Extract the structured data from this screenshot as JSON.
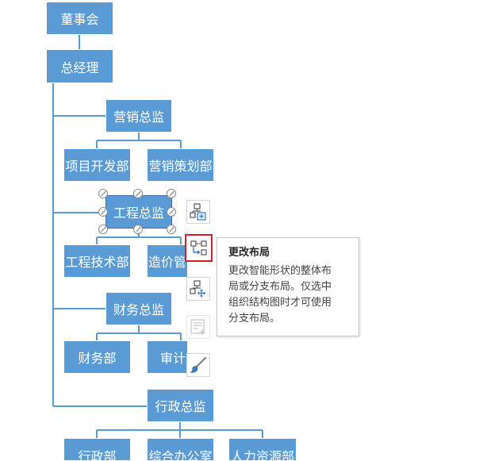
{
  "org_chart": {
    "nodes": {
      "board": "董事会",
      "gm": "总经理",
      "marketing_director": "营销总监",
      "project_dev": "项目开发部",
      "marketing_planning": "营销策划部",
      "engineering_director": "工程总监",
      "engineering_tech": "工程技术部",
      "cost_dept": "造价管",
      "finance_director": "财务总监",
      "finance_dept": "财务部",
      "audit_dept": "审计",
      "admin_director": "行政总监",
      "admin_dept": "行政部",
      "general_office": "综合办公室",
      "hr_dept": "人力资源部"
    },
    "box_color": "#5b9bd5",
    "line_color": "#5b9bd5"
  },
  "toolbar": {
    "buttons": [
      {
        "icon": "add-shape-icon",
        "state": "enabled"
      },
      {
        "icon": "change-layout-icon",
        "state": "active"
      },
      {
        "icon": "move-shape-icon",
        "state": "enabled"
      },
      {
        "icon": "text-pane-icon",
        "state": "disabled"
      },
      {
        "icon": "paintbrush-icon",
        "state": "enabled"
      }
    ],
    "active_outline_color": "#d42027"
  },
  "tooltip": {
    "title": "更改布局",
    "lines": [
      "更改智能形状的整体布",
      "局或分支布局。仅选中",
      "组织结构图时才可使用",
      "分支布局。"
    ]
  }
}
